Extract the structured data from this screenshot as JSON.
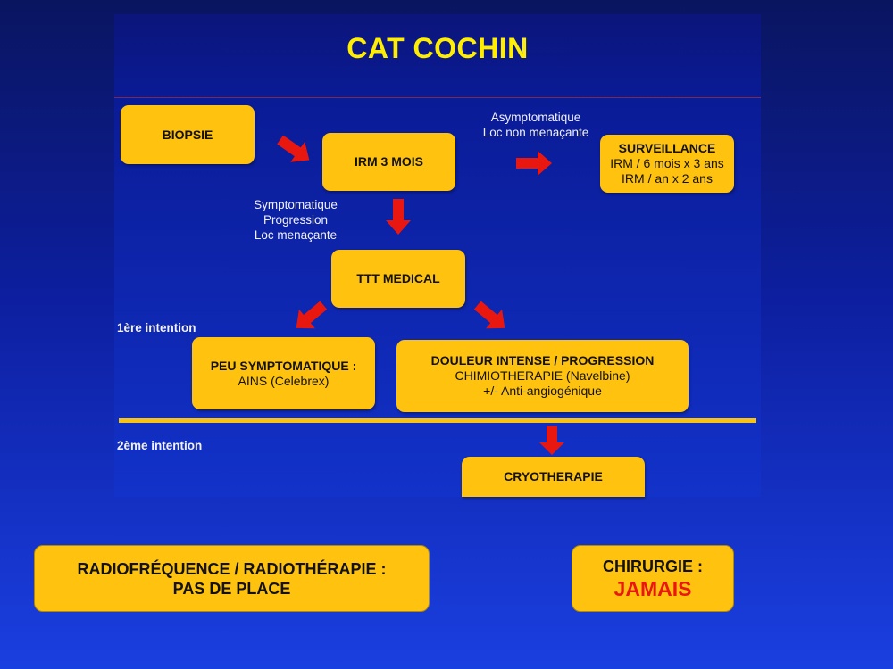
{
  "title": "CAT COCHIN",
  "boxes": {
    "biopsie": "BIOPSIE",
    "irm": "IRM 3 MOIS",
    "surveillance": {
      "heading": "SURVEILLANCE",
      "line1": "IRM / 6 mois x 3 ans",
      "line2": "IRM / an x 2 ans"
    },
    "ttt": "TTT MEDICAL",
    "peu": {
      "heading": "PEU SYMPTOMATIQUE :",
      "line1": "AINS (Celebrex)"
    },
    "douleur": {
      "heading": "DOULEUR INTENSE / PROGRESSION",
      "line1": "CHIMIOTHERAPIE (Navelbine)",
      "line2": "+/- Anti-angiogénique"
    },
    "cryo": "CRYOTHERAPIE"
  },
  "labels": {
    "asympt1": "Asymptomatique",
    "asympt2": "Loc non menaçante",
    "sympt1": "Symptomatique",
    "sympt2": "Progression",
    "sympt3": "Loc menaçante",
    "first_line": "1ère intention",
    "second_line": "2ème intention"
  },
  "bottom": {
    "radio_line1": "RADIOFRÉQUENCE / RADIOTHÉRAPIE :",
    "radio_line2": "PAS DE PLACE",
    "chir_line1": "CHIRURGIE :",
    "chir_line2": "JAMAIS"
  },
  "colors": {
    "box": "#ffc20e",
    "arrow": "#e8170f",
    "title": "#ffee00",
    "separator": "#f6c316"
  }
}
